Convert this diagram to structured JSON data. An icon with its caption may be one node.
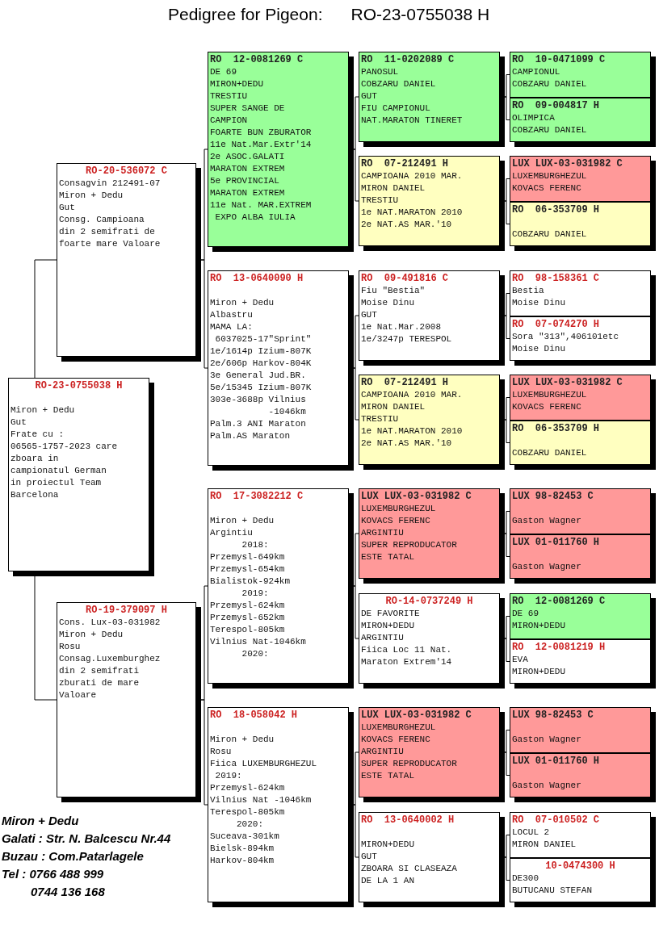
{
  "diagram": {
    "title": "Pedigree for Pigeon:      RO-23-0755038 H",
    "nodes": [
      {
        "text": [
          "RO-23-0755038 H",
          "Miron + Dedu",
          "Gut",
          "Frate cu :",
          "06565-1757-2023 care",
          "zboara in",
          "campionatul German",
          "in proiectul Team",
          "Barcelona"
        ]
      },
      {
        "text": [
          "RO-20-536072 C",
          "Consagvin 212491-07",
          "Miron + Dedu",
          "Gut",
          "Consg. Campioana",
          "din 2 semifrati de",
          "foarte mare Valoare"
        ]
      },
      {
        "text": [
          "RO-19-379097 H",
          "Cons. Lux-03-031982",
          "Miron + Dedu",
          "Rosu",
          "Consag.Luxemburghez",
          "din 2 semifrati",
          "zburati de mare",
          "Valoare"
        ]
      },
      {
        "text": [
          "RO  12-0081269 C",
          "DE 69",
          "MIRON+DEDU",
          "TRESTIU",
          "SUPER SANGE DE",
          "CAMPION",
          "FOARTE BUN ZBURATOR",
          "11e Nat.Mar.Extr'14",
          "2e ASOC.GALATI",
          "MARATON EXTREM",
          "5e PROVINCIAL",
          "MARATON EXTREM",
          "11e Nat. MAR.EXTREM",
          " EXPO ALBA IULIA"
        ]
      },
      {
        "text": [
          "RO  13-0640090 H",
          "Miron + Dedu",
          "Albastru",
          "MAMA LA:",
          " 6037025-17\"Sprint\"",
          "1e/1614p Izium-807K",
          "2e/606p Harkov-804K",
          "3e General Jud.BR.",
          "5e/15345 Izium-807K",
          "303e-3688p Vilnius",
          "           -1046km",
          "Palm.3 ANI Maraton",
          "Palm.AS Maraton"
        ]
      },
      {
        "text": [
          "RO  17-3082212 C",
          "Miron + Dedu",
          "Argintiu",
          "      2018:",
          "Przemysl-649km",
          "Przemysl-654km",
          "Bialistok-924km",
          "      2019:",
          "Przemysl-624km",
          "Przemysl-652km",
          "Terespol-805km",
          "Vilnius Nat-1046km",
          "      2020:"
        ]
      },
      {
        "text": [
          "RO  18-058042 H",
          "Miron + Dedu",
          "Rosu",
          "Fiica LUXEMBURGHEZUL",
          " 2019:",
          "Przemysl-624km",
          "Vilnius Nat -1046km",
          "Terespol-805km",
          "     2020:",
          "Suceava-301km",
          "Bielsk-894km",
          "Harkov-804km"
        ]
      },
      {
        "text": [
          "RO  11-0202089 C",
          "PANOSUL",
          "COBZARU DANIEL",
          "GUT",
          "FIU CAMPIONUL",
          "NAT.MARATON TINERET"
        ]
      },
      {
        "text": [
          "RO  07-212491 H",
          "CAMPIOANA 2010 MAR.",
          "MIRON DANIEL",
          "TRESTIU",
          "1e NAT.MARATON 2010",
          "2e NAT.AS MAR.'10"
        ]
      },
      {
        "text": [
          "RO  09-491816 C",
          "Fiu \"Bestia\"",
          "Moise Dinu",
          "GUT",
          "1e Nat.Mar.2008",
          "1e/3247p TERESPOL"
        ]
      },
      {
        "text": [
          "RO  07-212491 H",
          "CAMPIOANA 2010 MAR.",
          "MIRON DANIEL",
          "TRESTIU",
          "1e NAT.MARATON 2010",
          "2e NAT.AS MAR.'10"
        ]
      },
      {
        "text": [
          "LUX LUX-03-031982 C",
          "LUXEMBURGHEZUL",
          "KOVACS FERENC",
          "ARGINTIU",
          "SUPER REPRODUCATOR",
          "ESTE TATAL"
        ]
      },
      {
        "text": [
          "RO-14-0737249 H",
          "DE FAVORITE",
          "MIRON+DEDU",
          "ARGINTIU",
          "Fiica Loc 11 Nat.",
          "Maraton Extrem'14"
        ]
      },
      {
        "text": [
          "LUX LUX-03-031982 C",
          "LUXEMBURGHEZUL",
          "KOVACS FERENC",
          "ARGINTIU",
          "SUPER REPRODUCATOR",
          "ESTE TATAL"
        ]
      },
      {
        "text": [
          "RO  13-0640002 H",
          "MIRON+DEDU",
          "GUT",
          "ZBOARA SI CLASEAZA",
          "DE LA 1 AN"
        ]
      },
      {
        "text": [
          "RO  10-0471099 C",
          "CAMPIONUL",
          "COBZARU DANIEL"
        ]
      },
      {
        "text": [
          "RO  09-004817 H",
          "OLIMPICA",
          "COBZARU DANIEL"
        ]
      },
      {
        "text": [
          "LUX LUX-03-031982 C",
          "LUXEMBURGHEZUL",
          "KOVACS FERENC"
        ]
      },
      {
        "text": [
          "RO  06-353709 H",
          "COBZARU DANIEL"
        ]
      },
      {
        "text": [
          "RO  98-158361 C",
          "Bestia",
          "Moise Dinu"
        ]
      },
      {
        "text": [
          "RO  07-074270 H",
          "Sora \"313\",406101etc",
          "Moise Dinu"
        ]
      },
      {
        "text": [
          "LUX LUX-03-031982 C",
          "LUXEMBURGHEZUL",
          "KOVACS FERENC"
        ]
      },
      {
        "text": [
          "RO  06-353709 H",
          "COBZARU DANIEL"
        ]
      },
      {
        "text": [
          "LUX 98-82453 C",
          "Gaston Wagner"
        ]
      },
      {
        "text": [
          "LUX 01-011760 H",
          "Gaston Wagner"
        ]
      },
      {
        "text": [
          "RO  12-0081269 C",
          "DE 69",
          "MIRON+DEDU"
        ]
      },
      {
        "text": [
          "RO  12-0081219 H",
          "EVA",
          "MIRON+DEDU"
        ]
      },
      {
        "text": [
          "LUX 98-82453 C",
          "Gaston Wagner"
        ]
      },
      {
        "text": [
          "LUX 01-011760 H",
          "Gaston Wagner"
        ]
      },
      {
        "text": [
          "RO  07-010502 C",
          "LOCUL 2",
          "MIRON DANIEL"
        ]
      },
      {
        "text": [
          "10-0474300 H",
          "DE300",
          "BUTUCANU STEFAN"
        ]
      }
    ],
    "edges": [
      {
        "from": 0,
        "to": 1,
        "arrow": "none"
      },
      {
        "from": 0,
        "to": 2,
        "arrow": "none"
      },
      {
        "from": 1,
        "to": 3,
        "arrow": "none"
      },
      {
        "from": 1,
        "to": 4,
        "arrow": "none"
      },
      {
        "from": 2,
        "to": 5,
        "arrow": "none"
      },
      {
        "from": 2,
        "to": 6,
        "arrow": "none"
      },
      {
        "from": 3,
        "to": 7,
        "arrow": "none"
      },
      {
        "from": 3,
        "to": 8,
        "arrow": "none"
      },
      {
        "from": 4,
        "to": 9,
        "arrow": "none"
      },
      {
        "from": 4,
        "to": 10,
        "arrow": "none"
      },
      {
        "from": 5,
        "to": 11,
        "arrow": "none"
      },
      {
        "from": 5,
        "to": 12,
        "arrow": "none"
      },
      {
        "from": 6,
        "to": 13,
        "arrow": "none"
      },
      {
        "from": 6,
        "to": 14,
        "arrow": "none"
      },
      {
        "from": 7,
        "to": 15,
        "arrow": "none"
      },
      {
        "from": 7,
        "to": 16,
        "arrow": "none"
      },
      {
        "from": 8,
        "to": 17,
        "arrow": "none"
      },
      {
        "from": 8,
        "to": 18,
        "arrow": "none"
      },
      {
        "from": 9,
        "to": 19,
        "arrow": "none"
      },
      {
        "from": 9,
        "to": 20,
        "arrow": "none"
      },
      {
        "from": 10,
        "to": 21,
        "arrow": "none"
      },
      {
        "from": 10,
        "to": 22,
        "arrow": "none"
      },
      {
        "from": 11,
        "to": 23,
        "arrow": "none"
      },
      {
        "from": 11,
        "to": 24,
        "arrow": "none"
      },
      {
        "from": 12,
        "to": 25,
        "arrow": "none"
      },
      {
        "from": 12,
        "to": 26,
        "arrow": "none"
      },
      {
        "from": 13,
        "to": 27,
        "arrow": "none"
      },
      {
        "from": 13,
        "to": 28,
        "arrow": "none"
      },
      {
        "from": 14,
        "to": 29,
        "arrow": "none"
      },
      {
        "from": 14,
        "to": 30,
        "arrow": "none"
      }
    ],
    "labels": [
      "Miron + Dedu",
      "Galati : Str. N. Balcescu Nr.44",
      "Buzau : Com.Patarlagele",
      "Tel : 0766 488 999",
      "0744 136 168"
    ]
  }
}
